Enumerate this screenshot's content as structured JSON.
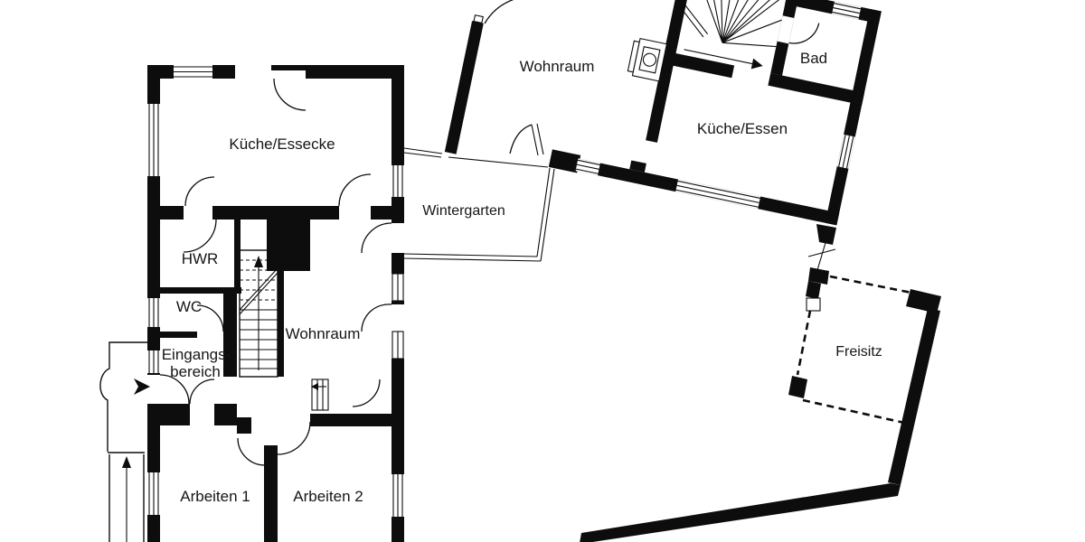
{
  "plan": {
    "colors": {
      "wall": "#0d0d0d",
      "background": "#ffffff"
    },
    "rooms": {
      "kueche_essecke": {
        "label": "Küche/Essecke"
      },
      "hwr": {
        "label": "HWR"
      },
      "wc": {
        "label": "WC"
      },
      "eingangsbereich": {
        "label_line1": "Eingangs-",
        "label_line2": "bereich"
      },
      "wohnraum_left": {
        "label": "Wohnraum"
      },
      "arbeiten_1": {
        "label": "Arbeiten 1"
      },
      "arbeiten_2": {
        "label": "Arbeiten 2"
      },
      "wintergarten": {
        "label": "Wintergarten"
      },
      "wohnraum_right": {
        "label": "Wohnraum"
      },
      "bad": {
        "label": "Bad"
      },
      "kueche_essen": {
        "label": "Küche/Essen"
      },
      "freisitz": {
        "label": "Freisitz"
      }
    },
    "icons": {
      "entrance_arrow": "solid right-pointing triangle at front door",
      "walkway_arrow": "up arrow on entry path",
      "stair_up_arrow": "up arrow on main staircase",
      "spiral_stair_arrow": "right arrow on winder staircase",
      "fireplace": "stove square with circle",
      "duct": "small shaft with left arrow"
    }
  }
}
